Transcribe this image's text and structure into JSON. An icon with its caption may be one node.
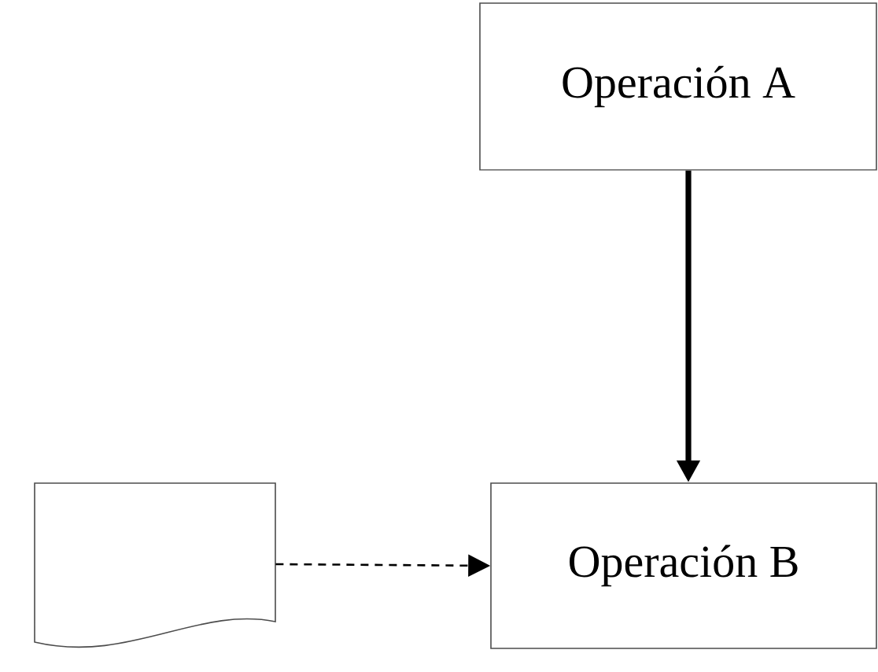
{
  "diagram": {
    "nodes": [
      {
        "text": [
          "Operación A"
        ]
      },
      {
        "text": [],
        "shape": "document"
      },
      {
        "text": [
          "Operación B"
        ]
      }
    ],
    "edges": [
      {
        "from": 0,
        "to": 2,
        "arrow": "to",
        "style": "thick"
      },
      {
        "from": 1,
        "to": 2,
        "arrow": "to",
        "style": "dashed"
      }
    ]
  }
}
